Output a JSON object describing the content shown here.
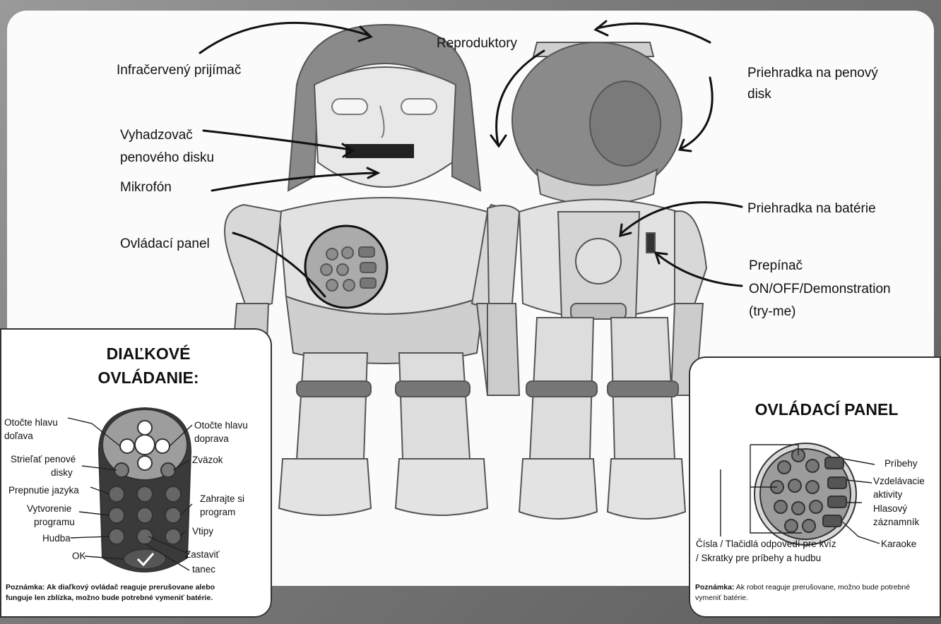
{
  "robot_labels": {
    "ir_receiver": "Infračervený prijímač",
    "speakers": "Reproduktory",
    "foam_compartment_l1": "Priehradka na penový",
    "foam_compartment_l2": "disk",
    "ejector_l1": "Vyhadzovač",
    "ejector_l2": "penového disku",
    "microphone": "Mikrofón",
    "control_panel": "Ovládací panel",
    "battery": "Priehradka na batérie",
    "switch_l1": "Prepínač",
    "switch_l2": "ON/OFF/Demonstration",
    "switch_l3": "(try-me)"
  },
  "remote": {
    "title_l1": "DIAĽKOVÉ",
    "title_l2": "OVLÁDANIE:",
    "labels": {
      "turn_left_l1": "Otočte hlavu",
      "turn_left_l2": "doľava",
      "turn_right_l1": "Otočte hlavu",
      "turn_right_l2": "doprava",
      "shoot_l1": "Strieľať penové",
      "shoot_l2": "disky",
      "bond": "Zväzok",
      "language": "Prepnutie jazyka",
      "play_l1": "Zahrajte si",
      "play_l2": "program",
      "create_l1": "Vytvorenie",
      "create_l2": "programu",
      "jokes": "Vtipy",
      "music": "Hudba",
      "stop": "Zastaviť",
      "dance": "tanec",
      "ok": "OK"
    },
    "note_bold": "Poznámka: Ak diaľkový ovládač reaguje prerušovane alebo",
    "note_bold2": "funguje len zblízka, možno bude potrebné vymeniť batérie."
  },
  "panel": {
    "title": "OVLÁDACÍ PANEL",
    "labels": {
      "stories": "Príbehy",
      "edu_l1": "Vzdelávacie",
      "edu_l2": "aktivity",
      "recorder_l1": "Hlasový",
      "recorder_l2": "záznamník",
      "karaoke": "Karaoke",
      "numbers_l1": "Čísla / Tlačidlá odpovedí pre kvíz",
      "numbers_l2": "/ Skratky pre príbehy a hudbu"
    },
    "note_bold": "Poznámka:",
    "note_text": " Ak robot reaguje prerušovane, možno bude potrebné",
    "note_text2": "vymeniť batérie."
  }
}
